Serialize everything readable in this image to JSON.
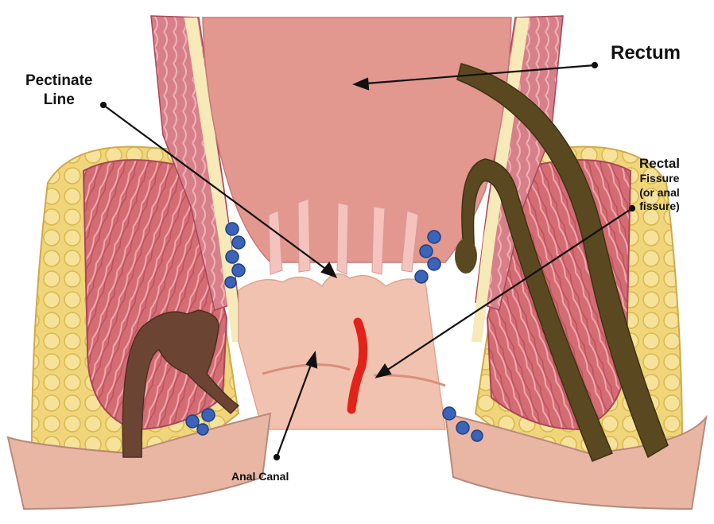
{
  "labels": {
    "rectum": "Rectum",
    "pectinate_line_1": "Pectinate",
    "pectinate_line_2": "Line",
    "rectal_fissure_1": "Rectal",
    "rectal_fissure_2": "Fissure",
    "rectal_fissure_3": "(or anal",
    "rectal_fissure_4": "fissure)",
    "anal_canal": "Anal Canal"
  },
  "colors": {
    "fat": "#f0d57a",
    "muscle": "#d9737a",
    "rectum_lumen": "#e2988f",
    "canal": "#f2c2b0",
    "skin": "#e9b6a4",
    "vein": "#3b63b8",
    "fissure": "#e2231a",
    "probe": "#5a4820",
    "probe_left": "#6b4434"
  }
}
